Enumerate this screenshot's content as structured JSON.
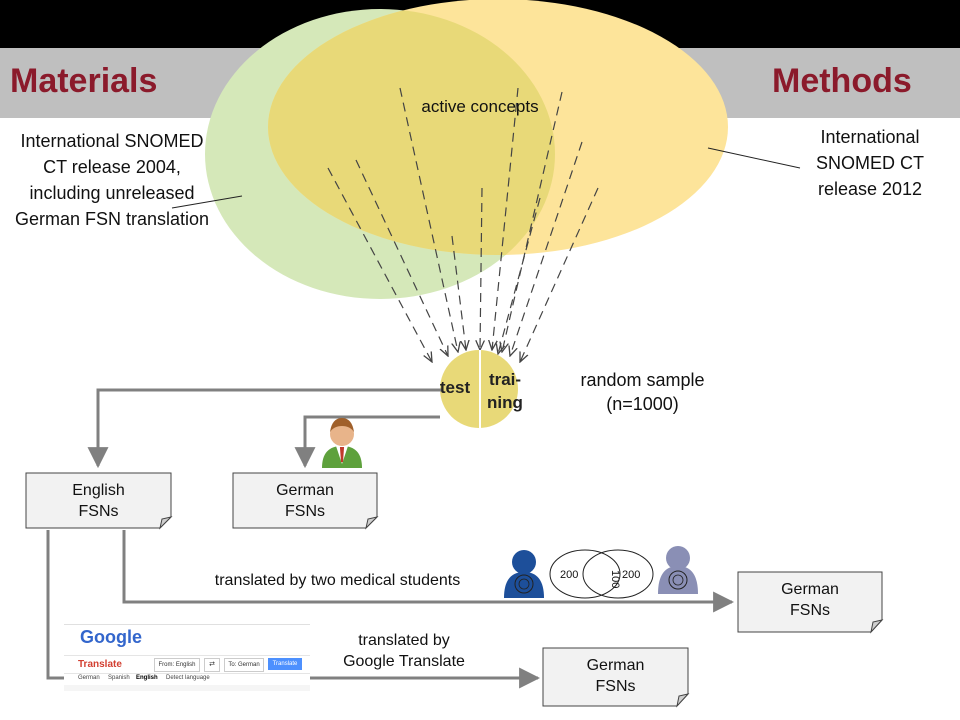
{
  "headers": {
    "left": "Materials",
    "right": "Methods"
  },
  "labels": {
    "active_concepts": "active concepts",
    "release_2004": "International SNOMED CT release 2004, including unreleased German FSN translation",
    "release_2012": "International SNOMED CT release 2012",
    "test": "test",
    "training": "trai-\nning",
    "random_sample": "random sample\n(n=1000)",
    "translated_students": "translated by two medical students",
    "translated_google": "translated by\nGoogle Translate"
  },
  "boxes": {
    "english_fsns": "English\nFSNs",
    "german_fsns_ref": "German\nFSNs",
    "german_fsns_students": "German\nFSNs",
    "german_fsns_google": "German\nFSNs"
  },
  "venn": {
    "left": "200",
    "middle": "100",
    "right": "200"
  },
  "google_ui": {
    "logo": "Google",
    "translate": "Translate",
    "from": "From: English",
    "to": "To: German",
    "button": "Translate",
    "tabs": [
      "German",
      "Spanish",
      "English",
      "Detect language"
    ]
  },
  "colors": {
    "header_text": "#8b1a2b",
    "green_ellipse": "#d5e8b9",
    "yellow_ellipse": "#fde49a",
    "overlap": "#e8d978",
    "arrow_grey": "#808080"
  }
}
